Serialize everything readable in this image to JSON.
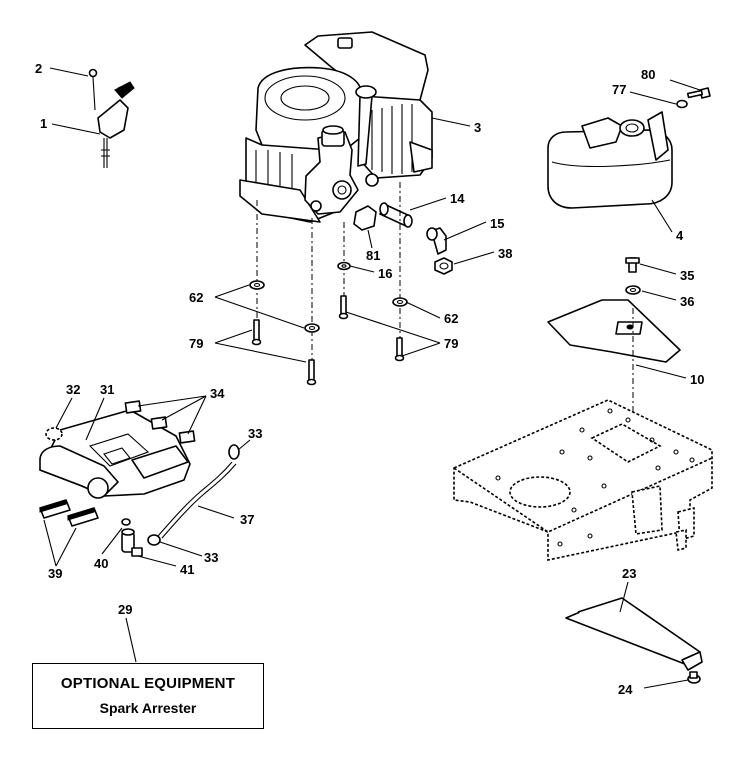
{
  "callouts": {
    "c1": "1",
    "c2": "2",
    "c3": "3",
    "c4": "4",
    "c10": "10",
    "c14": "14",
    "c15": "15",
    "c16": "16",
    "c23": "23",
    "c24": "24",
    "c29": "29",
    "c31": "31",
    "c32": "32",
    "c33a": "33",
    "c33b": "33",
    "c34": "34",
    "c35": "35",
    "c36": "36",
    "c37": "37",
    "c38": "38",
    "c39": "39",
    "c40": "40",
    "c41": "41",
    "c62a": "62",
    "c62b": "62",
    "c77": "77",
    "c79a": "79",
    "c79b": "79",
    "c80": "80",
    "c81": "81"
  },
  "optional_box": {
    "title": "OPTIONAL EQUIPMENT",
    "subtitle": "Spark Arrester"
  }
}
